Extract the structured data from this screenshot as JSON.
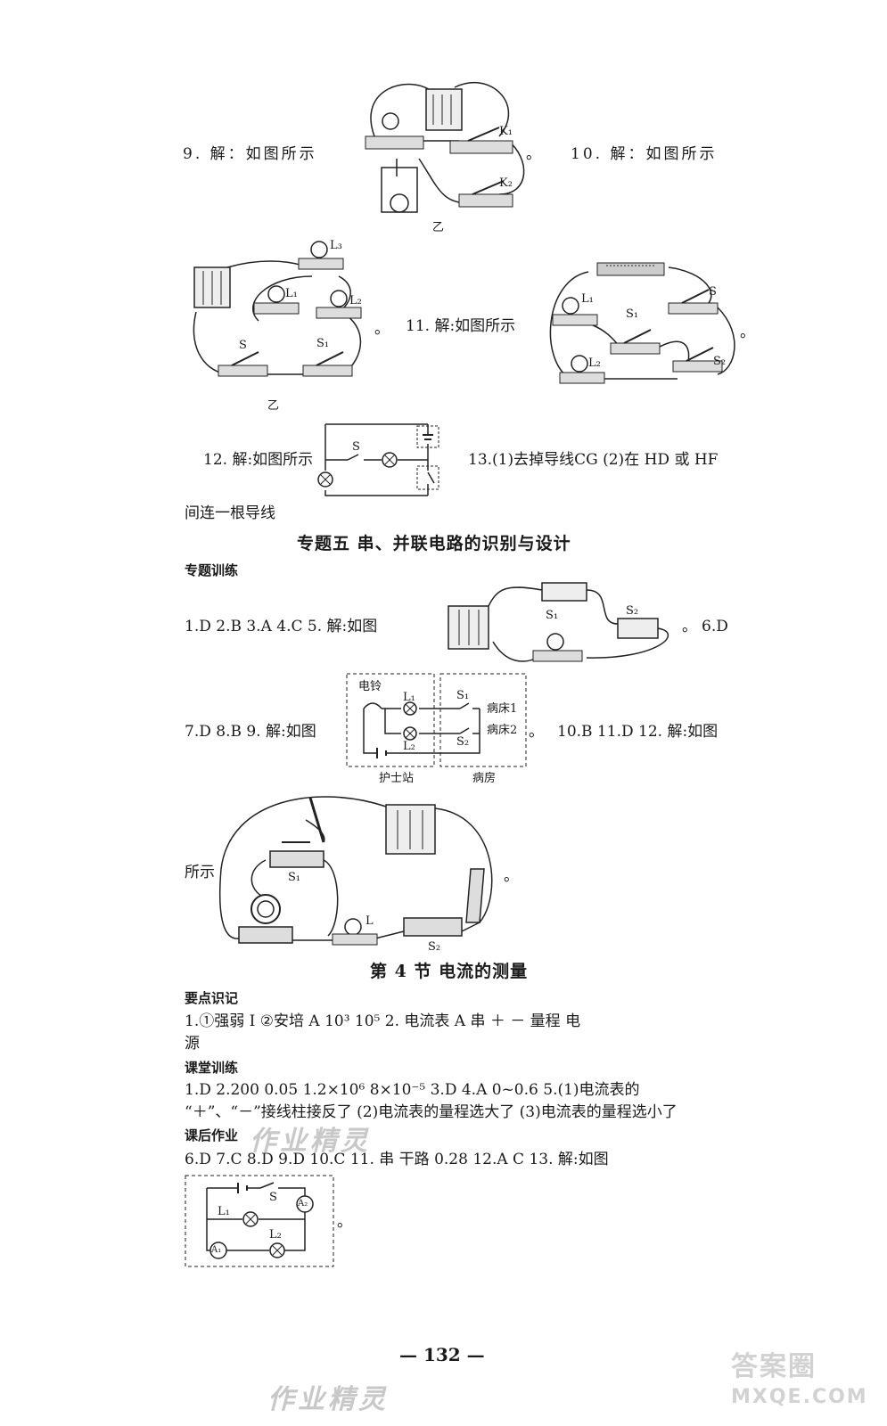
{
  "rows": {
    "q9": "9. 解：如图所示",
    "q9_end": "。",
    "q10": "10. 解：如图所示",
    "q11": "11. 解:如图所示",
    "q11_end": "。",
    "q11_fig_end": "。",
    "q12": "12. 解:如图所示",
    "q13": "13.(1)去掉导线CG (2)在 HD 或 HF",
    "q13_cont": "间连一根导线",
    "topic5_title": "专题五 串、并联电路的识别与设计",
    "topic5_train": "专题训练",
    "t5_line1": "1.D 2.B 3.A 4.C 5. 解:如图",
    "t5_line1_end": "。",
    "t5_q6": "6.D",
    "t5_line2": "7.D 8.B 9. 解:如图",
    "t5_line2_end": "。",
    "t5_line2_b": "10.B 11.D 12. 解:如图",
    "t5_q12_cont": "所示",
    "t5_q12_end": "。",
    "sec4_title": "第 4 节 电流的测量",
    "key_points": "要点识记",
    "kp_line1": "1.①强弱 I ②安培 A 10³ 10⁵ 2. 电流表 A 串 ＋ － 量程 电",
    "kp_line2": "源",
    "class_train": "课堂训练",
    "ct_line1": "1.D 2.200 0.05 1.2×10⁶ 8×10⁻⁵ 3.D 4.A 0~0.6 5.(1)电流表的",
    "ct_line2": "“＋”、“－”接线柱接反了 (2)电流表的量程选大了 (3)电流表的量程选小了",
    "homework": "课后作业",
    "hw_line1": "6.D 7.C 8.D 9.D 10.C 11. 串 干路 0.28 12.A C 13. 解:如图",
    "hw_end": "。"
  },
  "captions": {
    "fig9_yi": "乙",
    "fig9_k1": "K₁",
    "fig9_k2": "K₂",
    "fig10_l3": "L₃",
    "fig10_l1": "L₁",
    "fig10_l2": "L₂",
    "fig10_s": "S",
    "fig10_s1": "S₁",
    "fig10_yi": "乙",
    "fig11_l1": "L₁",
    "fig11_l2": "L₂",
    "fig11_s": "S",
    "fig11_s1": "S₁",
    "fig11_s2": "S₂",
    "fig12_s": "S",
    "fig5_s1": "S₁",
    "fig5_s2": "S₂",
    "fig9b_bell": "电铃",
    "fig9b_l1": "L₁",
    "fig9b_l2": "L₂",
    "fig9b_s1": "S₁",
    "fig9b_s2": "S₂",
    "fig9b_bed1": "病床1",
    "fig9b_bed2": "病床2",
    "fig9b_nurse": "护士站",
    "fig9b_ward": "病房",
    "fig12b_s1": "S₁",
    "fig12b_s2": "S₂",
    "fig12b_l": "L",
    "fig13_s": "S",
    "fig13_l1": "L₁",
    "fig13_l2": "L₂",
    "fig13_a1": "A₁",
    "fig13_a2": "A₂"
  },
  "footer": {
    "page_number": "— 132 —",
    "watermark_mid": "作业精灵",
    "watermark_bottom": "作业精灵",
    "logo_top": "答案圈",
    "logo_bottom": "MXQE.COM"
  }
}
